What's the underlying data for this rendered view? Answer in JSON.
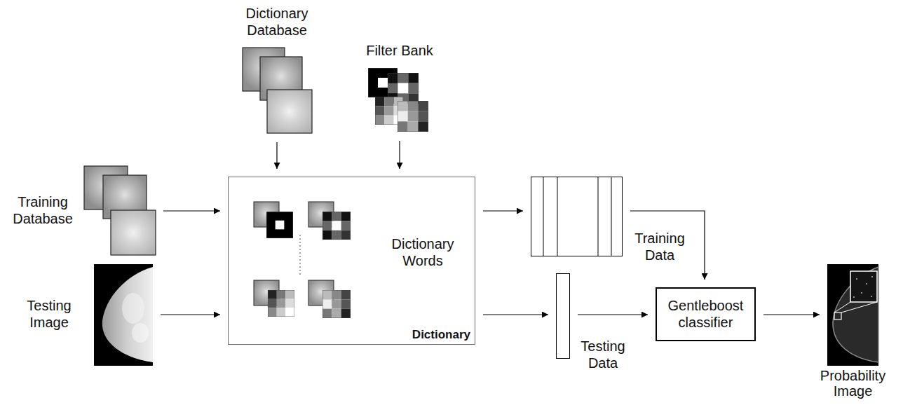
{
  "diagram": {
    "nodes": [
      {
        "text": [
          "Dictionary Database"
        ]
      },
      {
        "text": [
          "Filter Bank"
        ]
      },
      {
        "text": [
          "Training Database"
        ]
      },
      {
        "text": [
          "Dictionary Words",
          "Dictionary"
        ]
      },
      {
        "text": [
          "Training Data"
        ]
      },
      {
        "text": [
          "Testing Image"
        ]
      },
      {
        "text": [
          "Testing Data"
        ]
      },
      {
        "text": [
          "Gentleboost classifier"
        ]
      },
      {
        "text": [
          "Probability Image"
        ]
      }
    ],
    "edges": [
      {
        "from": 0,
        "to": 3,
        "arrow": "to"
      },
      {
        "from": 1,
        "to": 3,
        "arrow": "to"
      },
      {
        "from": 2,
        "to": 3,
        "arrow": "to"
      },
      {
        "from": 5,
        "to": 3,
        "arrow": "to"
      },
      {
        "from": 3,
        "to": 4,
        "arrow": "to"
      },
      {
        "from": 3,
        "to": 6,
        "arrow": "to"
      },
      {
        "from": 4,
        "to": 7,
        "arrow": "to"
      },
      {
        "from": 6,
        "to": 7,
        "arrow": "to"
      },
      {
        "from": 7,
        "to": 8,
        "arrow": "to"
      }
    ]
  }
}
